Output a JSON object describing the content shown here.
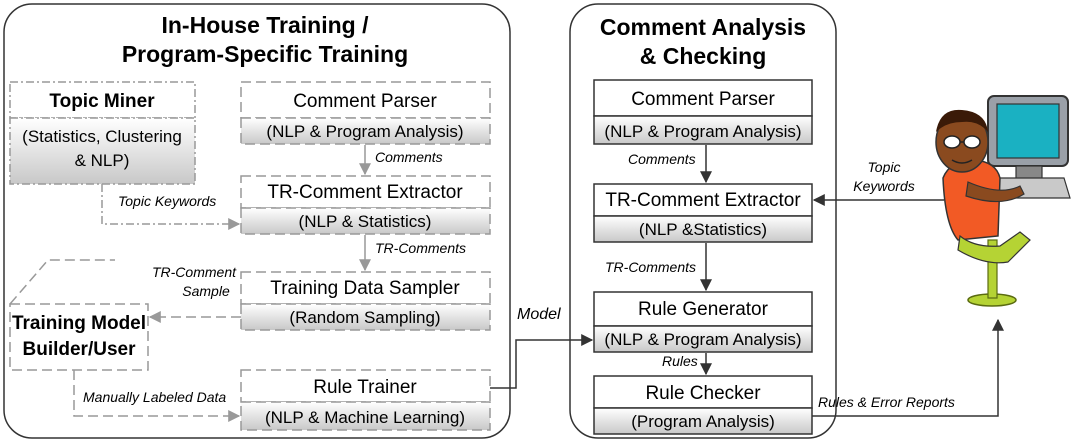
{
  "left_panel": {
    "title_line1": "In-House Training /",
    "title_line2": "Program-Specific Training",
    "topic_miner": {
      "title": "Topic Miner",
      "sub_line1": "(Statistics, Clustering",
      "sub_line2": "& NLP)"
    },
    "comment_parser": {
      "title": "Comment Parser",
      "sub": "(NLP & Program Analysis)"
    },
    "tr_comment_extractor": {
      "title": "TR-Comment Extractor",
      "sub": "(NLP & Statistics)"
    },
    "training_data_sampler": {
      "title": "Training Data Sampler",
      "sub": "(Random Sampling)"
    },
    "rule_trainer": {
      "title": "Rule Trainer",
      "sub": "(NLP & Machine Learning)"
    },
    "training_model_builder": {
      "line1": "Training Model",
      "line2": "Builder/User"
    },
    "labels": {
      "comments": "Comments",
      "topic_keywords": "Topic Keywords",
      "tr_comments": "TR-Comments",
      "tr_comment_sample_line1": "TR-Comment",
      "tr_comment_sample_line2": "Sample",
      "manually_labeled_data": "Manually Labeled Data"
    }
  },
  "right_panel": {
    "title_line1": "Comment Analysis",
    "title_line2": "& Checking",
    "comment_parser": {
      "title": "Comment Parser",
      "sub": "(NLP & Program Analysis)"
    },
    "tr_comment_extractor": {
      "title": "TR-Comment Extractor",
      "sub": "(NLP &Statistics)"
    },
    "rule_generator": {
      "title": "Rule Generator",
      "sub": "(NLP & Program Analysis)"
    },
    "rule_checker": {
      "title": "Rule Checker",
      "sub": "(Program Analysis)"
    },
    "labels": {
      "comments": "Comments",
      "tr_comments": "TR-Comments",
      "rules": "Rules"
    }
  },
  "connectors": {
    "model": "Model",
    "topic_keywords_line1": "Topic",
    "topic_keywords_line2": "Keywords",
    "rules_error_reports": "Rules & Error Reports"
  },
  "user_figure": {
    "icon": "user-at-computer-icon"
  }
}
